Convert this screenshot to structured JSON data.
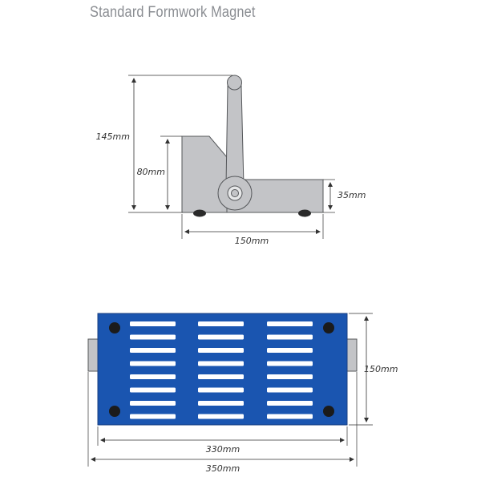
{
  "title": "Standard Formwork Magnet",
  "side_view": {
    "dims": {
      "overall_height": "145mm",
      "block_height": "80mm",
      "base_height": "35mm",
      "base_width": "150mm"
    }
  },
  "top_view": {
    "dims": {
      "width": "150mm",
      "inner_length": "330mm",
      "overall_length": "350mm"
    },
    "slot_columns": 3,
    "slots_per_column": 8
  },
  "colors": {
    "body_grey": "#c3c4c7",
    "outline": "#55575a",
    "magnet_blue": "#1a55b0",
    "dimension_line": "#333333",
    "title_text": "#8a8d92"
  }
}
